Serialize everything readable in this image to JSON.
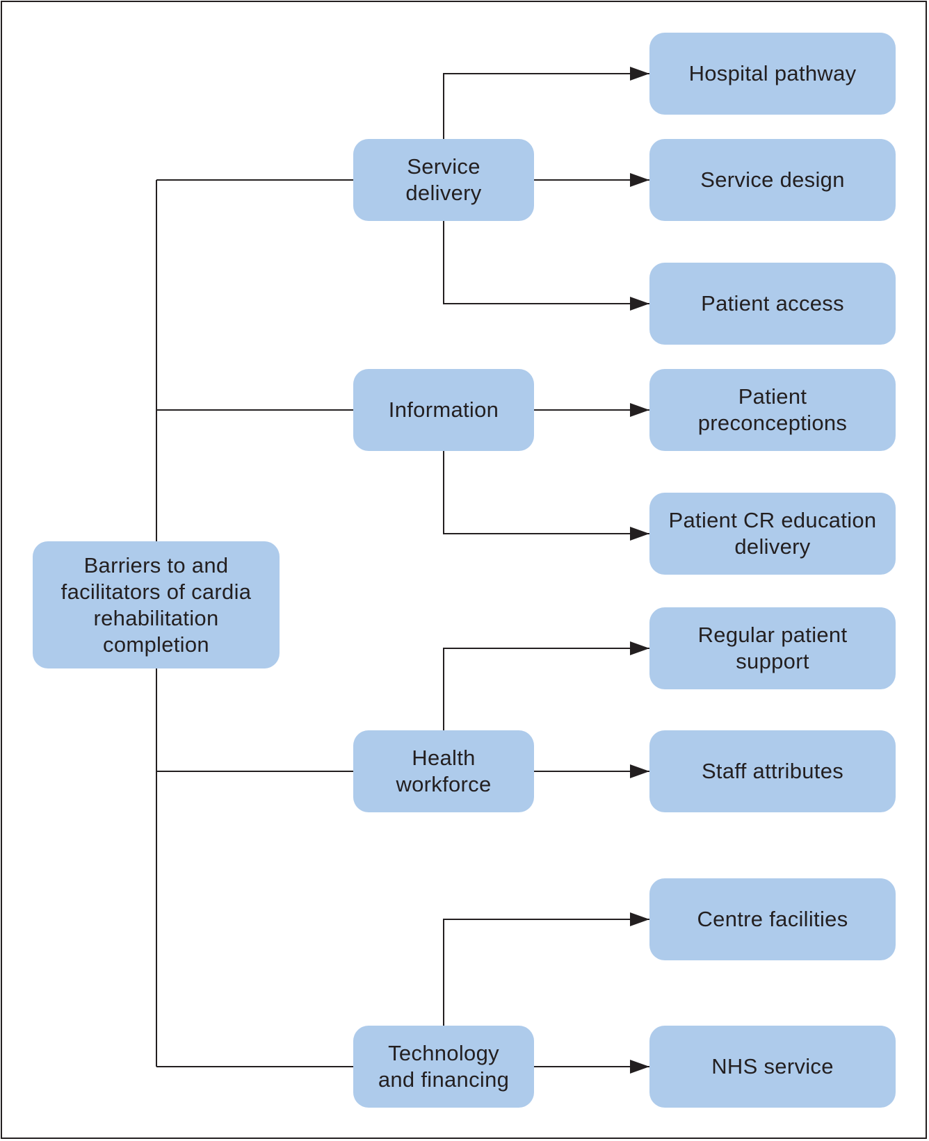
{
  "root": {
    "label": "Barriers to and facilitators of cardia rehabilitation completion"
  },
  "categories": [
    {
      "label": "Service delivery",
      "children": [
        "Hospital pathway",
        "Service design",
        "Patient access"
      ]
    },
    {
      "label": "Information",
      "children": [
        "Patient preconceptions",
        "Patient CR education delivery"
      ]
    },
    {
      "label": "Health workforce",
      "children": [
        "Regular patient support",
        "Staff attributes"
      ]
    },
    {
      "label": "Technology and financing",
      "children": [
        "Centre facilities",
        "NHS service"
      ]
    }
  ],
  "colors": {
    "node_fill": "#aecbeb",
    "line": "#231f20",
    "text": "#231f20"
  }
}
